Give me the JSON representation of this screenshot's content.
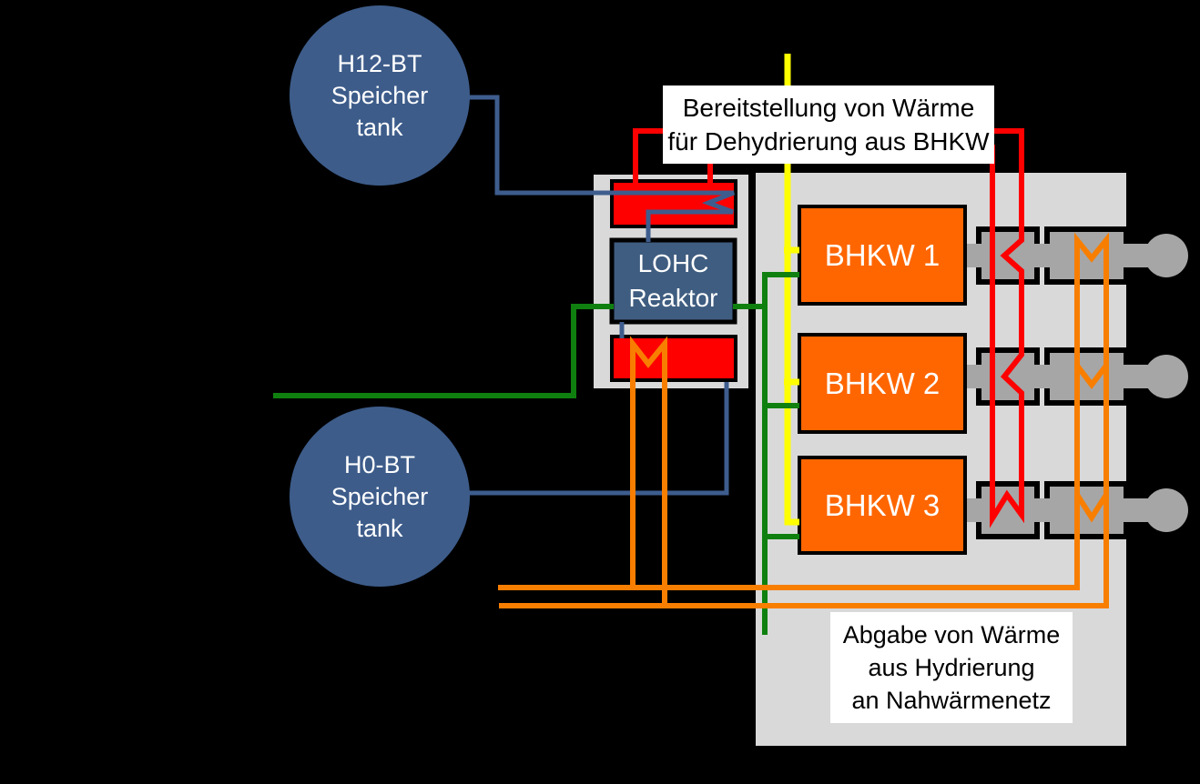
{
  "diagram": {
    "tanks": {
      "h12": {
        "lines": [
          "H12-BT",
          "Speicher",
          "tank"
        ]
      },
      "h0": {
        "lines": [
          "H0-BT",
          "Speicher",
          "tank"
        ]
      }
    },
    "reactor": {
      "lines": [
        "LOHC",
        "Reaktor"
      ]
    },
    "bhkw_units": [
      {
        "label": "BHKW 1"
      },
      {
        "label": "BHKW 2"
      },
      {
        "label": "BHKW 3"
      }
    ],
    "annotations": {
      "top": {
        "lines": [
          "Bereitstellung von Wärme",
          "für Dehydrierung aus BHKW"
        ]
      },
      "bottom": {
        "lines": [
          "Abgabe von Wärme",
          "aus Hydrierung",
          "an Nahwärmenetz"
        ]
      }
    },
    "colors": {
      "background": "#000000",
      "panel_fill": "#D9D9D9",
      "connector_fill": "#A6A6A6",
      "tank_fill": "#3D5C8A",
      "reactor_fill": "#3F5D80",
      "bhkw_fill": "#FF6600",
      "heat_exchanger_fill": "#FF0000",
      "red_line": "#FF0000",
      "orange_line": "#F87E00",
      "green_line": "#0F800F",
      "yellow_line": "#FFFF00",
      "blue_line": "#3E5D8E",
      "annotation_bg": "#FFFFFF",
      "annotation_text": "#000000"
    }
  }
}
